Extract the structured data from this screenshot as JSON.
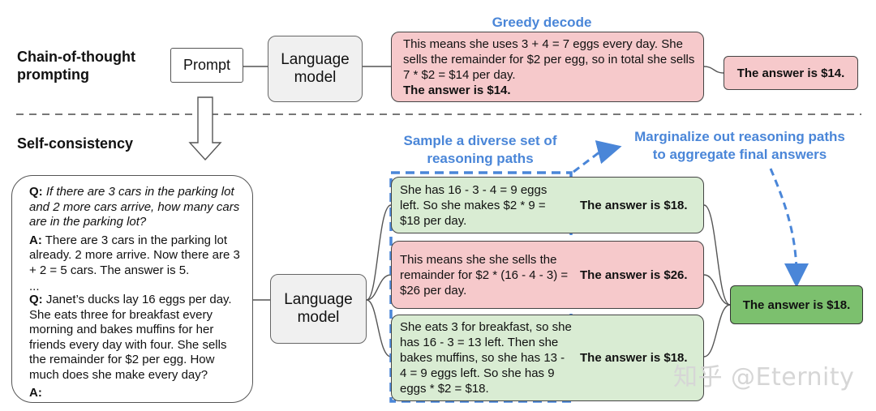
{
  "cot_label": [
    "Chain-of-thought",
    "prompting"
  ],
  "sc_label": "Self-consistency",
  "greedy_label": "Greedy decode",
  "prompt_label": "Prompt",
  "model_label": [
    "Language",
    "model"
  ],
  "greedy_path": {
    "text": "This means she uses 3 + 4 = 7 eggs every day. She sells the remainder for $2 per egg, so in total she sells 7 * $2 = $14 per day.",
    "answer_line": "The answer is $14."
  },
  "greedy_answer": "The answer is $14.",
  "sample_label": [
    "Sample a diverse set of",
    "reasoning paths"
  ],
  "marginalize_label": [
    "Marginalize out reasoning paths",
    "to aggregate final answers"
  ],
  "qa": {
    "q1_prefix": "Q:",
    "q1_text": "If there are 3 cars in the parking lot and 2 more cars arrive, how many cars are in the parking lot?",
    "a1_prefix": "A:",
    "a1_text": "There are 3 cars in the parking lot already. 2 more arrive. Now there are 3 + 2 = 5 cars. The answer is 5.",
    "ellipsis": "...",
    "q2_prefix": "Q:",
    "q2_text": "Janet’s ducks lay 16 eggs per day. She eats three for breakfast every morning and bakes muffins for her friends every day with four. She sells the remainder for $2 per egg. How much does she make every day?",
    "a2_prefix": "A:"
  },
  "paths": [
    {
      "text": "She has 16 - 3 - 4 = 9 eggs left. So she makes $2 * 9 = $18 per day.",
      "answer": "The answer is $18.",
      "status": "correct"
    },
    {
      "text": "This means she she sells the remainder for $2 * (16 - 4 - 3) = $26 per day.",
      "answer": "The answer is $26.",
      "status": "incorrect"
    },
    {
      "text": "She eats 3 for breakfast, so she has 16 - 3 = 13 left. Then she bakes muffins, so she has 13 - 4 = 9 eggs left. So she has 9 eggs * $2 = $18.",
      "answer": "The answer is $18.",
      "status": "correct"
    }
  ],
  "final_answer": "The answer is $18.",
  "watermark": "知乎 @Eternity",
  "colors": {
    "blue": "#4a86d8",
    "red_fill": "#f6c9cb",
    "green_fill": "#d9ecd3",
    "final_fill": "#7cc06e",
    "gray_fill": "#f0f0f0"
  }
}
